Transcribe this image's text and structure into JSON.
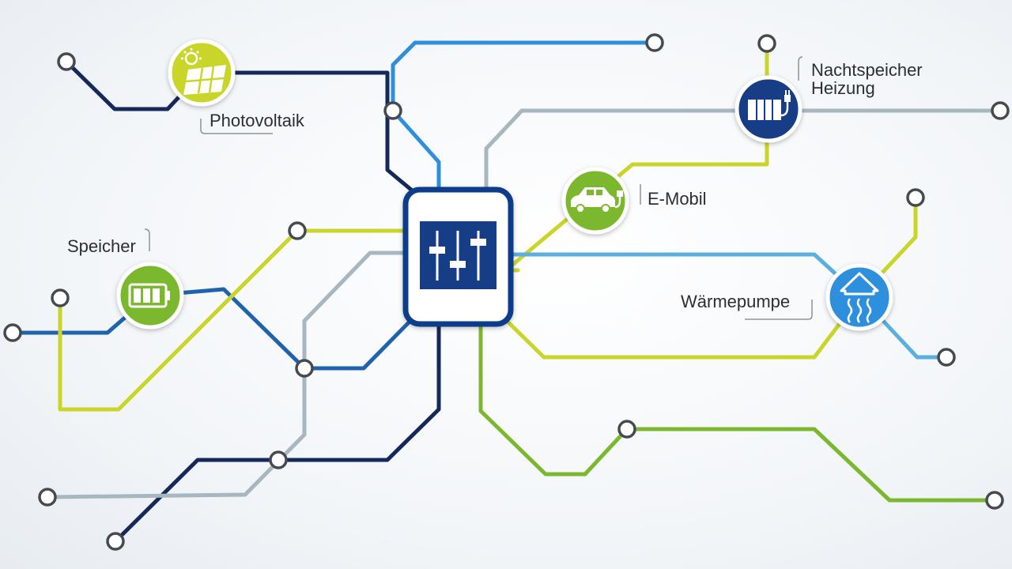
{
  "labels": {
    "photovoltaik": "Photovoltaik",
    "speicher": "Speicher",
    "nachtspeicher_line1": "Nachtspeicher",
    "nachtspeicher_line2": "Heizung",
    "emobil": "E-Mobil",
    "waermepumpe": "Wärmepumpe"
  },
  "colors": {
    "navy": "#15285a",
    "blue": "#1f63ad",
    "sky": "#2e8fdd",
    "light_blue": "#5aaee0",
    "grey": "#a7b7bf",
    "yellow": "#cad52a",
    "green": "#7cb82f",
    "hub_border": "#0f3e8a",
    "hub_inner": "#163e86"
  },
  "icons": {
    "hub": "mixer-sliders-icon",
    "photovoltaik": "solar-panel-icon",
    "speicher": "battery-icon",
    "nachtspeicher": "storage-heater-icon",
    "emobil": "electric-car-icon",
    "waermepumpe": "heat-pump-icon"
  }
}
